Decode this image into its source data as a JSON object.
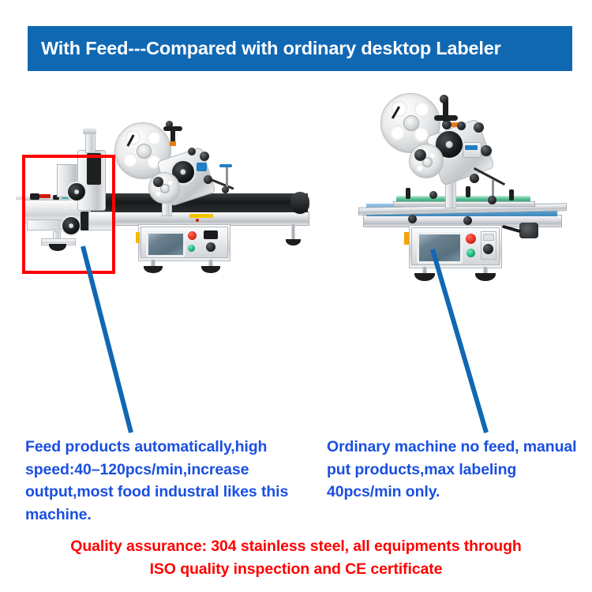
{
  "header": {
    "title": "With Feed---Compared with ordinary desktop Labeler",
    "background_color": "#1068b3",
    "text_color": "#ffffff"
  },
  "machines": {
    "left": {
      "name": "automatic-feed-labeler",
      "belt_color": "#17191a",
      "highlight_box": {
        "color": "#ff0000",
        "label": "feeder-unit-highlight"
      },
      "controls": {
        "emergency_stop_color": "#e12f21",
        "start_button_color": "#17b47c",
        "hmi_screen_color": "#58707f"
      }
    },
    "right": {
      "name": "ordinary-desktop-labeler",
      "belt_color": "#63a7d6",
      "guide_rail_color": "#57c394",
      "controls": {
        "emergency_stop_color": "#e12f21",
        "start_button_color": "#17b47c",
        "hmi_screen_color": "#58707f"
      }
    }
  },
  "callouts": {
    "leader_color": "#1068b3",
    "left": {
      "text": "Feed products automatically,high speed:40–120pcs/min,increase output,most food industral likes this machine.",
      "color": "#1a4fe0"
    },
    "right": {
      "text": "Ordinary machine no feed, manual put products,max labeling 40pcs/min only.",
      "color": "#1a4fe0"
    }
  },
  "footer": {
    "line1": "Quality assurance: 304 stainless steel, all equipments through",
    "line2": "ISO quality inspection and CE certificate",
    "color": "#ff0000"
  }
}
